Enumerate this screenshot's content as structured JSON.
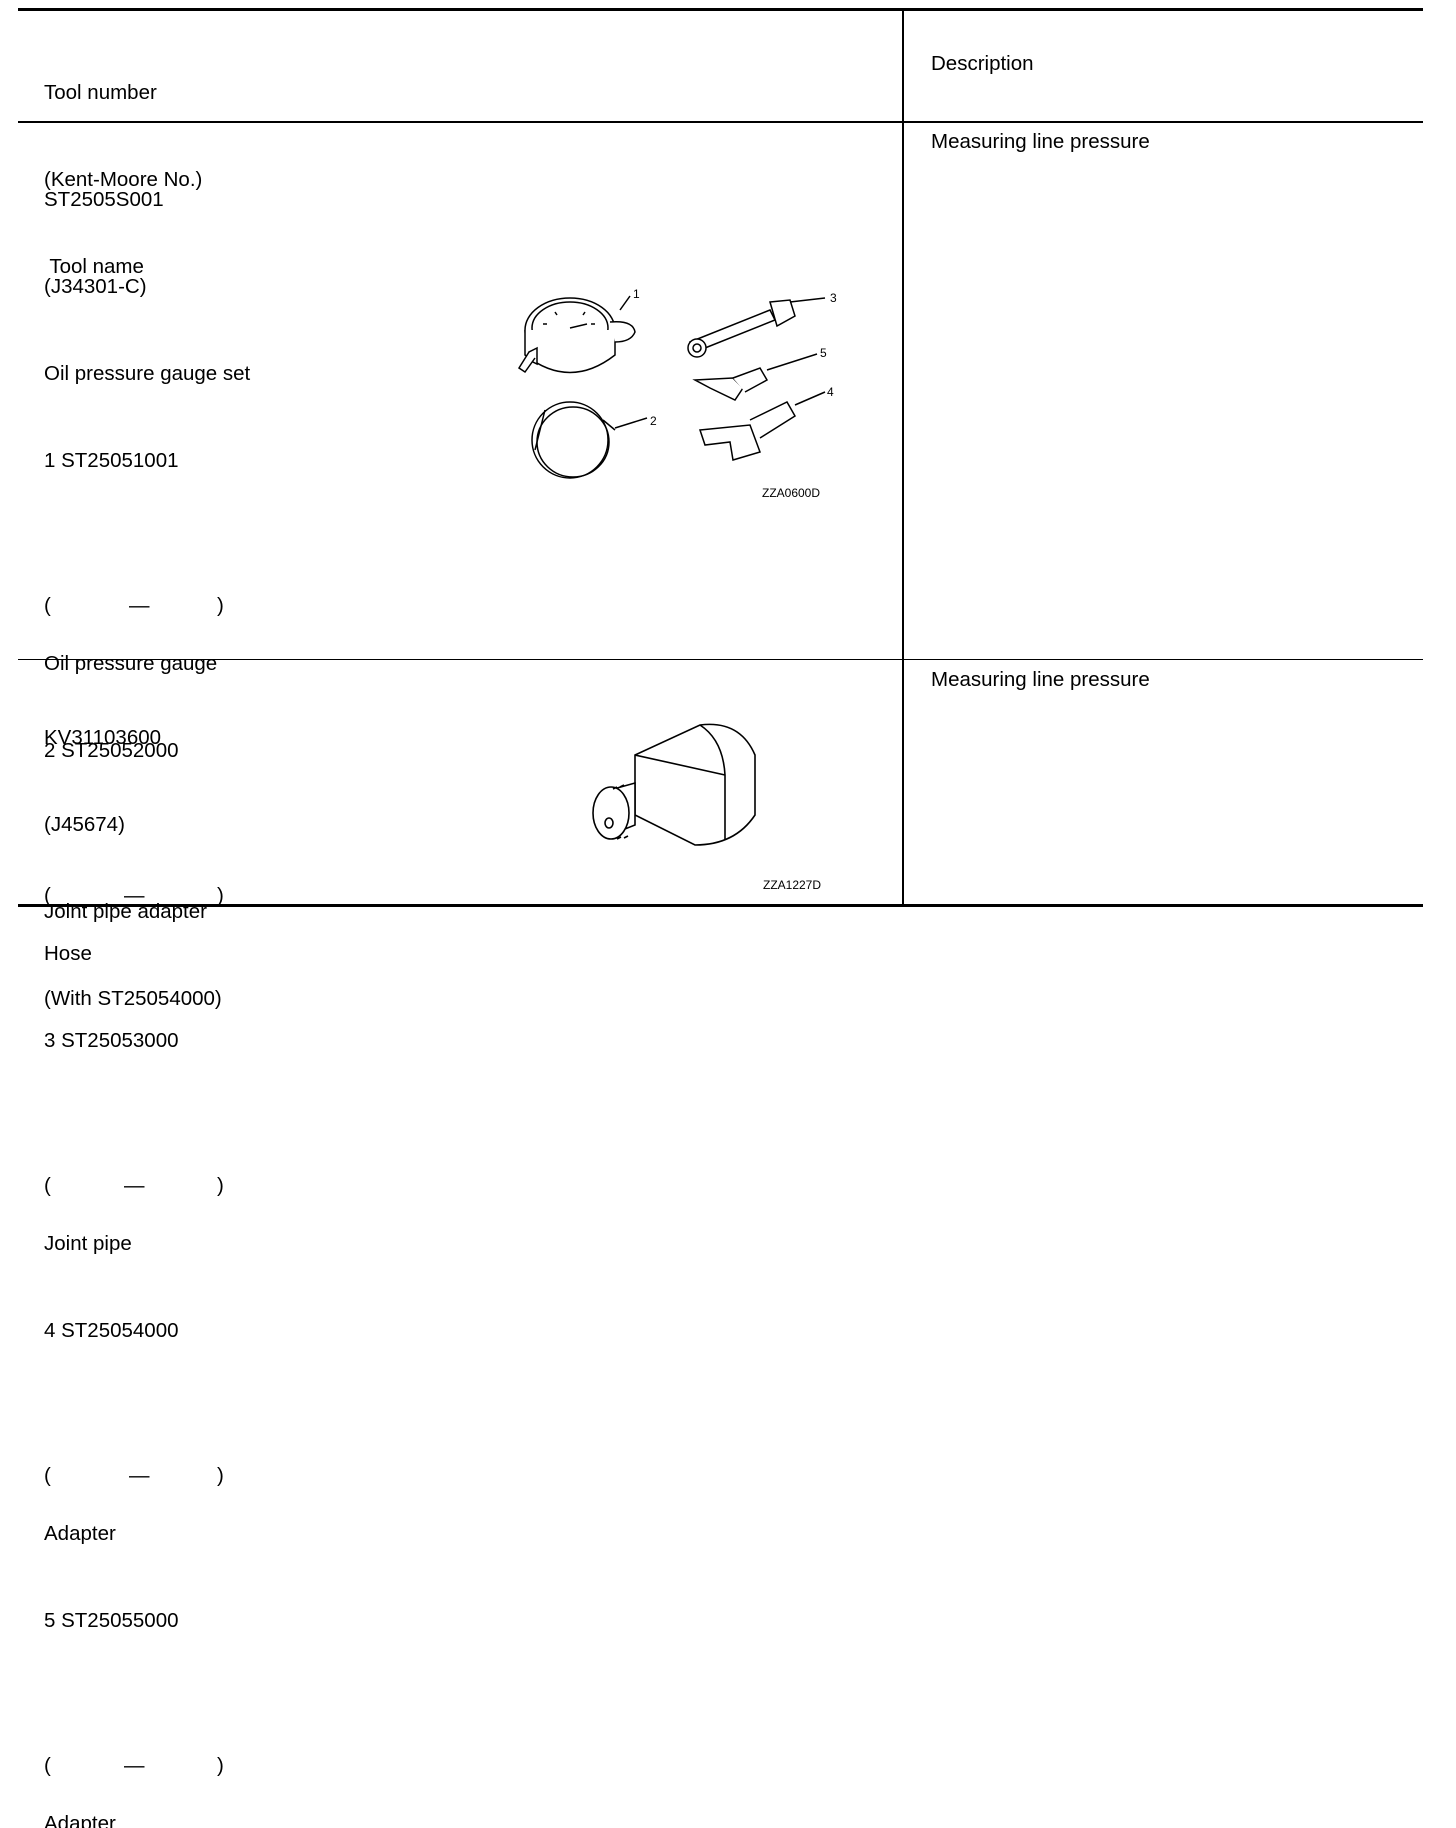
{
  "header": {
    "col1_lines": [
      "Tool number",
      "(Kent-Moore No.)",
      " Tool name"
    ],
    "col2": "Description"
  },
  "rows": [
    {
      "lines": [
        "ST2505S001",
        "(J34301-C)",
        "Oil pressure gauge set",
        "1 ST25051001"
      ],
      "sub": [
        {
          "dash": "—",
          "name": "Oil pressure gauge",
          "next": "2 ST25052000"
        },
        {
          "dash": "—",
          "name": "Hose",
          "next": "3 ST25053000"
        },
        {
          "dash": "—",
          "name": "Joint pipe",
          "next": "4 ST25054000"
        },
        {
          "dash": "—",
          "name": "Adapter",
          "next": "5 ST25055000"
        },
        {
          "dash": "—",
          "name": "Adapter"
        }
      ],
      "paren_open": "(",
      "paren_close": ")",
      "description": "Measuring line pressure",
      "figure_code": "ZZA0600D",
      "callouts": [
        "1",
        "2",
        "3",
        "4",
        "5"
      ]
    },
    {
      "lines": [
        "KV31103600",
        "(J45674)",
        "Joint pipe adapter",
        "(With ST25054000)"
      ],
      "description": "Measuring line pressure",
      "figure_code": "ZZA1227D"
    }
  ]
}
